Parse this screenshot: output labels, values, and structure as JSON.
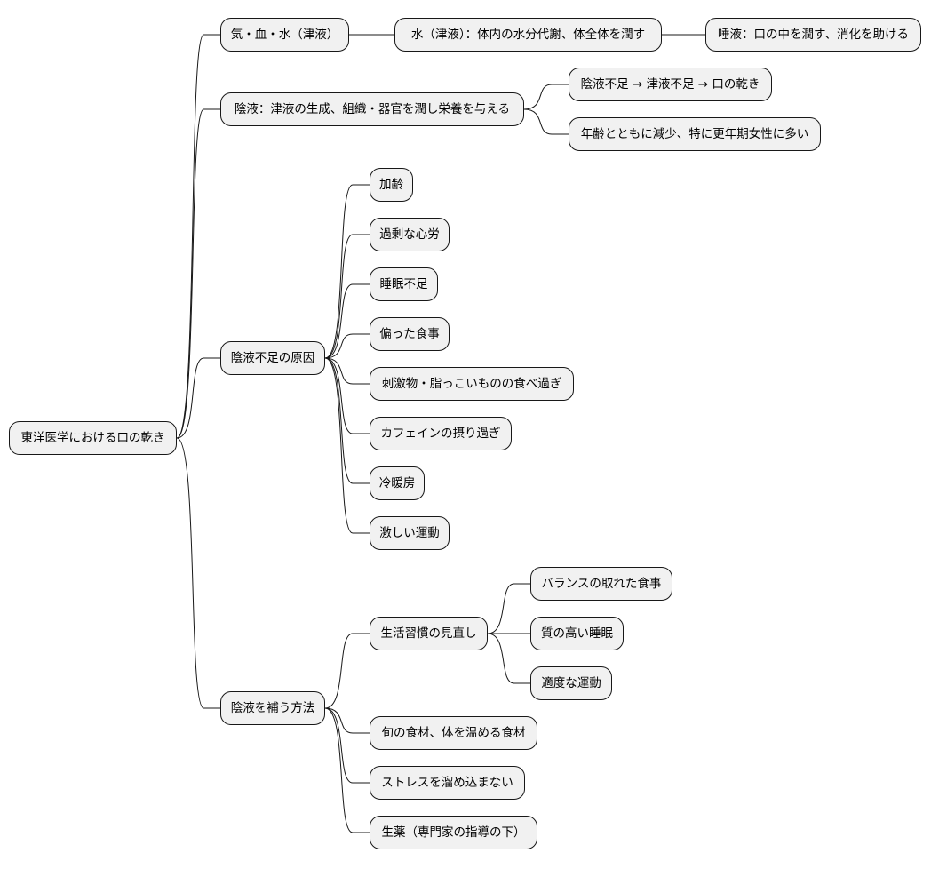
{
  "mindmap": {
    "root": "東洋医学における口の乾き",
    "branches": [
      {
        "label": "気・血・水（津液）",
        "children": [
          {
            "label": "水（津液）：体内の水分代謝、体全体を潤す",
            "children": [
              "唾液：口の中を潤す、消化を助ける"
            ]
          }
        ]
      },
      {
        "label": "陰液：津液の生成、組織・器官を潤し栄養を与える",
        "children": [
          "陰液不足 → 津液不足 → 口の乾き",
          "年齢とともに減少、特に更年期女性に多い"
        ]
      },
      {
        "label": "陰液不足の原因",
        "children": [
          "加齢",
          "過剰な心労",
          "睡眠不足",
          "偏った食事",
          "刺激物・脂っこいものの食べ過ぎ",
          "カフェインの摂り過ぎ",
          "冷暖房",
          "激しい運動"
        ]
      },
      {
        "label": "陰液を補う方法",
        "children": [
          {
            "label": "生活習慣の見直し",
            "children": [
              "バランスの取れた食事",
              "質の高い睡眠",
              "適度な運動"
            ]
          },
          "旬の食材、体を温める食材",
          "ストレスを溜め込まない",
          "生薬（専門家の指導の下）"
        ]
      }
    ]
  }
}
